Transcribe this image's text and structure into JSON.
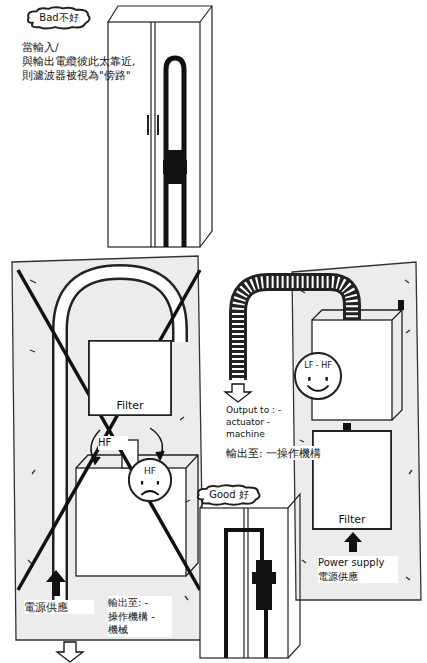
{
  "diagram": {
    "nodes": [
      {
        "text": [
          "Bad不好"
        ]
      },
      {
        "text": [
          "Filter"
        ]
      },
      {
        "text": [
          "HF"
        ]
      },
      {
        "text": [
          "LF - HF"
        ]
      },
      {
        "text": [
          "Filter"
        ]
      },
      {
        "text": [
          "Good 好"
        ]
      }
    ],
    "labels": [
      "當輸入/與輸出電纜彼此太靠近,則濾波器被視為\"傍路\"",
      "HF",
      "電源供應",
      "輸出至: -操作機構 -機械",
      "Output to : - actuator - machine",
      "輸出至: 一操作機構",
      "Power supply 電源供應"
    ]
  }
}
